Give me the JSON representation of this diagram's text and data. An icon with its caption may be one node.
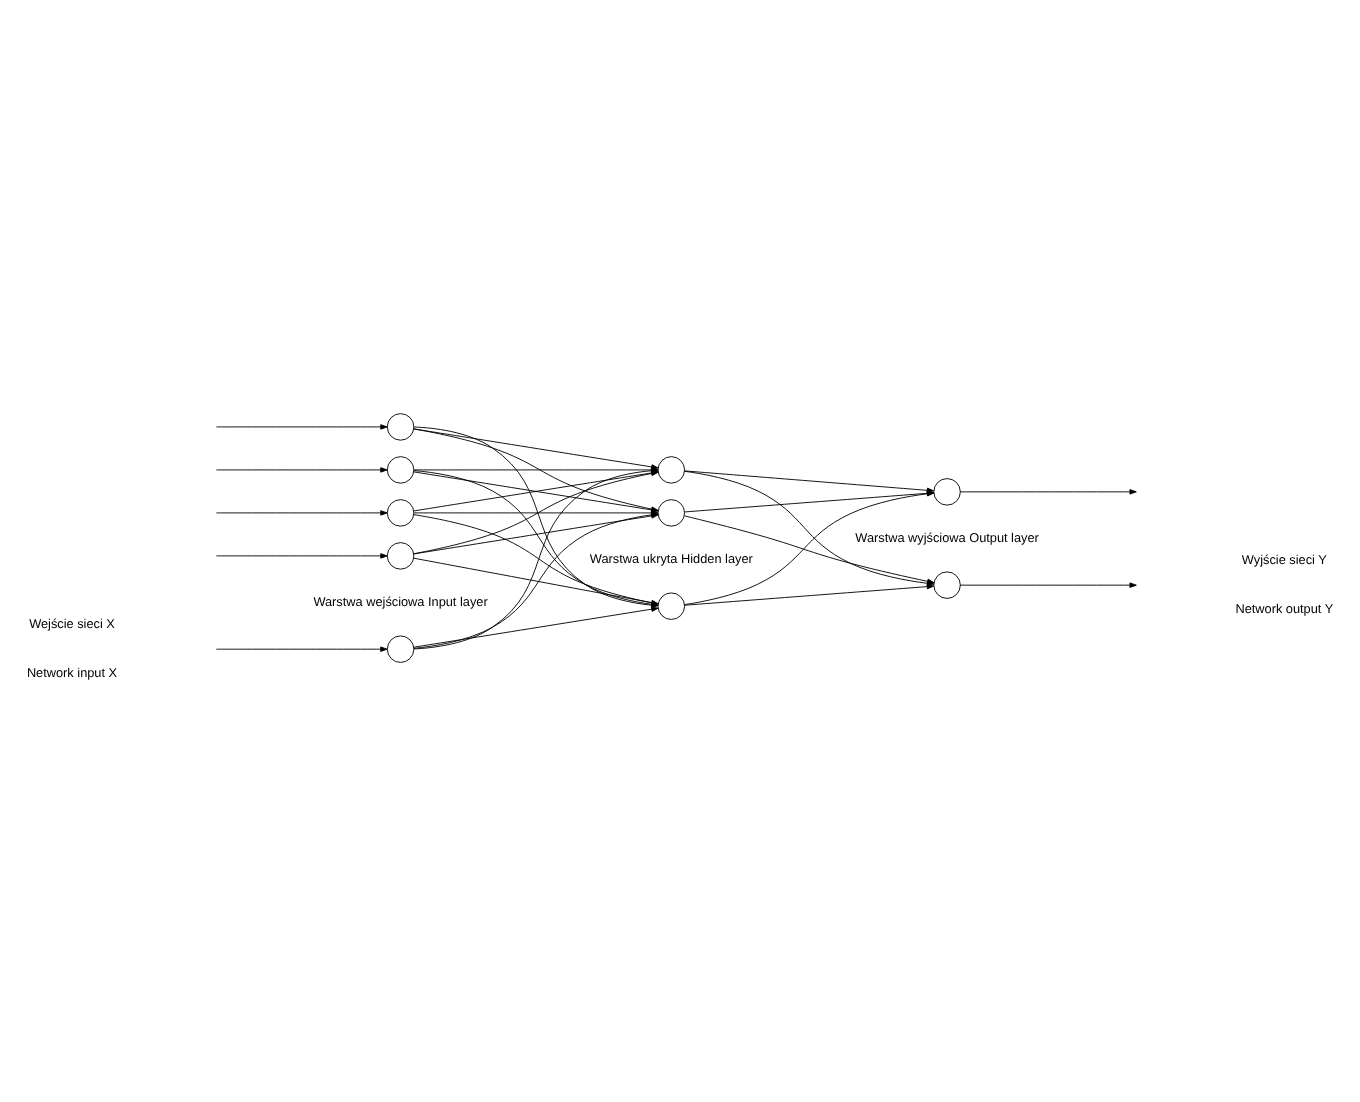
{
  "diagram": {
    "nodes": [
      {
        "text": [],
        "shape": "circle"
      },
      {
        "text": [],
        "shape": "circle"
      },
      {
        "text": [],
        "shape": "circle"
      },
      {
        "text": [],
        "shape": "circle"
      },
      {
        "text": [],
        "shape": "circle"
      },
      {
        "text": [],
        "shape": "circle"
      },
      {
        "text": [],
        "shape": "circle"
      },
      {
        "text": [],
        "shape": "circle"
      },
      {
        "text": [],
        "shape": "circle"
      },
      {
        "text": [],
        "shape": "circle"
      }
    ],
    "edges": [
      {
        "from": null,
        "to": 0,
        "arrow": "to"
      },
      {
        "from": null,
        "to": 1,
        "arrow": "to"
      },
      {
        "from": null,
        "to": 2,
        "arrow": "to"
      },
      {
        "from": null,
        "to": 3,
        "arrow": "to"
      },
      {
        "from": null,
        "to": 4,
        "arrow": "to"
      },
      {
        "from": 0,
        "to": 5,
        "arrow": "to"
      },
      {
        "from": 0,
        "to": 6,
        "arrow": "to"
      },
      {
        "from": 0,
        "to": 7,
        "arrow": "to"
      },
      {
        "from": 1,
        "to": 5,
        "arrow": "to"
      },
      {
        "from": 1,
        "to": 6,
        "arrow": "to"
      },
      {
        "from": 1,
        "to": 7,
        "arrow": "to"
      },
      {
        "from": 2,
        "to": 5,
        "arrow": "to"
      },
      {
        "from": 2,
        "to": 6,
        "arrow": "to"
      },
      {
        "from": 2,
        "to": 7,
        "arrow": "to"
      },
      {
        "from": 3,
        "to": 5,
        "arrow": "to"
      },
      {
        "from": 3,
        "to": 6,
        "arrow": "to"
      },
      {
        "from": 3,
        "to": 7,
        "arrow": "to"
      },
      {
        "from": 4,
        "to": 5,
        "arrow": "to"
      },
      {
        "from": 4,
        "to": 6,
        "arrow": "to"
      },
      {
        "from": 4,
        "to": 7,
        "arrow": "to"
      },
      {
        "from": 5,
        "to": 8,
        "arrow": "to"
      },
      {
        "from": 5,
        "to": 9,
        "arrow": "to"
      },
      {
        "from": 6,
        "to": 8,
        "arrow": "to"
      },
      {
        "from": 6,
        "to": 9,
        "arrow": "to"
      },
      {
        "from": 7,
        "to": 8,
        "arrow": "to"
      },
      {
        "from": 7,
        "to": 9,
        "arrow": "to"
      },
      {
        "from": 8,
        "to": null,
        "arrow": "to"
      },
      {
        "from": 9,
        "to": null,
        "arrow": "to"
      }
    ],
    "labels": [
      "Warstwa wejściowa Input layer",
      "Warstwa ukryta Hidden layer",
      "Warstwa wyjściowa Output layer",
      "Wejście sieci X",
      "Network input X",
      "Wyjście sieci Y",
      "Network output Y"
    ]
  }
}
